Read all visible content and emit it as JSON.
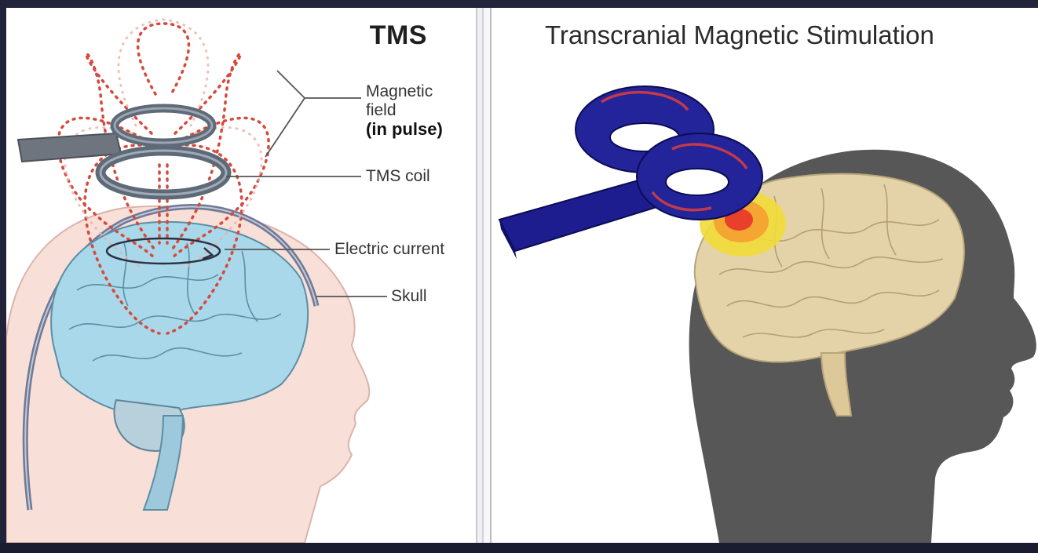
{
  "left_panel": {
    "title": "TMS",
    "labels": {
      "magnetic_line1": "Magnetic",
      "magnetic_line2": "field",
      "magnetic_line3": "(in pulse)",
      "coil": "TMS coil",
      "current": "Electric current",
      "skull": "Skull"
    },
    "colors": {
      "brain": "#a9d6e8",
      "skin": "#f7ddd6",
      "field": "#d64a3c",
      "coil": "#6b7684"
    }
  },
  "right_panel": {
    "title": "Transcranial Magnetic Stimulation",
    "colors": {
      "head_silhouette": "#555555",
      "brain": "#e3d2a8",
      "coil": "#1a1a8c",
      "hotspot": "#e8402a"
    }
  }
}
